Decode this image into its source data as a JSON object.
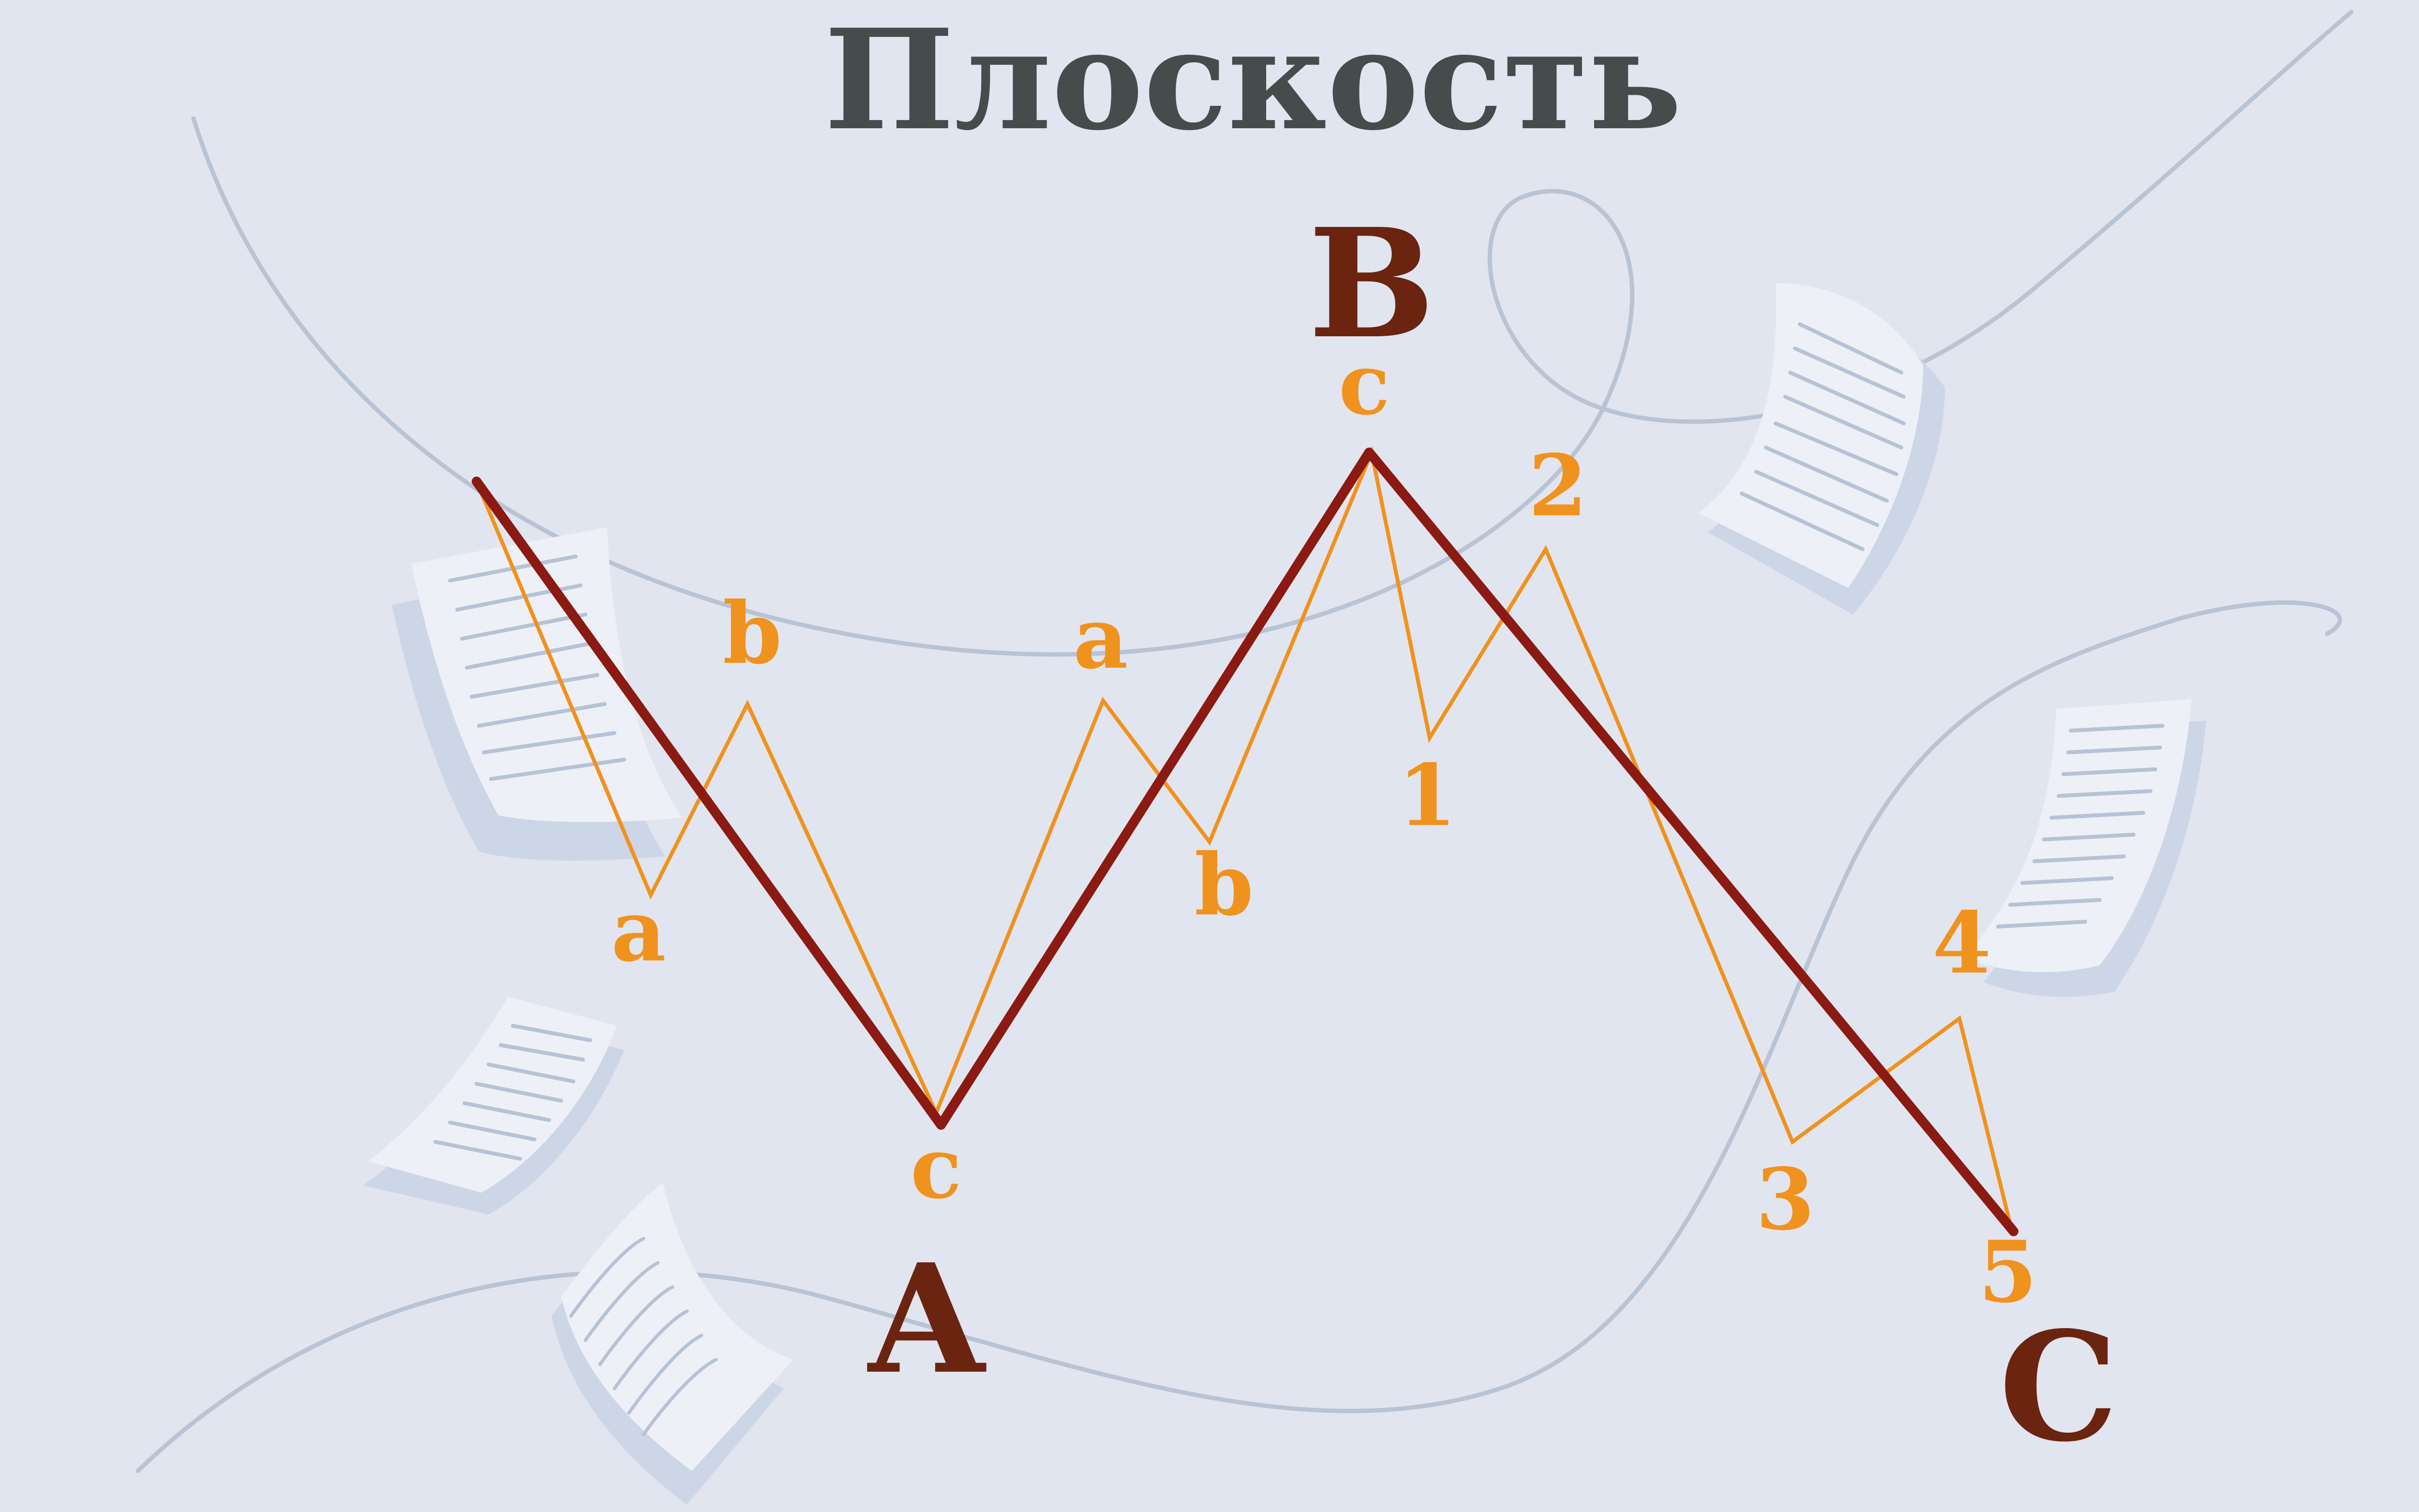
{
  "title": "Плоскость",
  "colors": {
    "background": "#e1e5f0",
    "title": "#444c4c",
    "main_wave": "#8b1a12",
    "sub_wave": "#f0921e",
    "major_label": "#6b2410",
    "minor_label": "#f0921e",
    "background_curve": "#b8c3d3"
  },
  "major_labels": {
    "A": "A",
    "B": "B",
    "C": "C"
  },
  "minor_labels": {
    "w1_a": "a",
    "w1_b": "b",
    "w1_c": "c",
    "w2_a": "a",
    "w2_b": "b",
    "w2_c": "c",
    "w3_1": "1",
    "w3_2": "2",
    "w3_3": "3",
    "w3_4": "4",
    "w3_5": "5"
  },
  "decorations": [
    "paper-sheet",
    "paper-sheet",
    "paper-sheet",
    "paper-sheet",
    "paper-sheet"
  ]
}
